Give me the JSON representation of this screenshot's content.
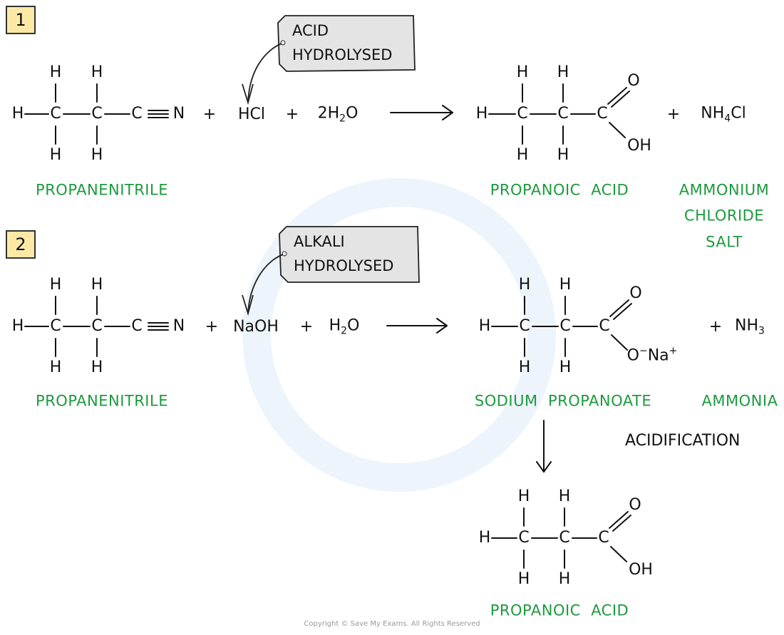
{
  "atoms": {
    "H": "H",
    "C": "C",
    "N": "N",
    "O": "O",
    "OH": "OH",
    "O_minus": "O",
    "minus": "−",
    "Na": "Na",
    "plus_charge": "+"
  },
  "plus": "+",
  "colors": {
    "label_green": "#1c9a3e",
    "badge_fill": "#fde9a6",
    "tag_fill": "#e4e4e4"
  },
  "reaction1": {
    "badge": "1",
    "tag": [
      "ACID",
      "HYDROLYSED"
    ],
    "reagent": "HCl",
    "water": {
      "coef": "2H",
      "sub": "2",
      "tail": "O"
    },
    "byproduct": {
      "main": "NH",
      "sub": "4",
      "tail": "Cl"
    },
    "labels": {
      "reactant": "PROPANENITRILE",
      "product": "PROPANOIC  ACID",
      "byproduct": [
        "AMMONIUM",
        "CHLORIDE",
        "SALT"
      ]
    }
  },
  "reaction2": {
    "badge": "2",
    "tag": [
      "ALKALI",
      "HYDROLYSED"
    ],
    "reagent": "NaOH",
    "water": {
      "coef": "H",
      "sub": "2",
      "tail": "O"
    },
    "byproduct": {
      "main": "NH",
      "sub": "3"
    },
    "labels": {
      "reactant": "PROPANENITRILE",
      "product": "SODIUM  PROPANOATE",
      "byproduct": "AMMONIA"
    },
    "step": "ACIDIFICATION",
    "final_label": "PROPANOIC  ACID"
  },
  "copyright": "Copyright © Save My Exams. All Rights Reserved"
}
